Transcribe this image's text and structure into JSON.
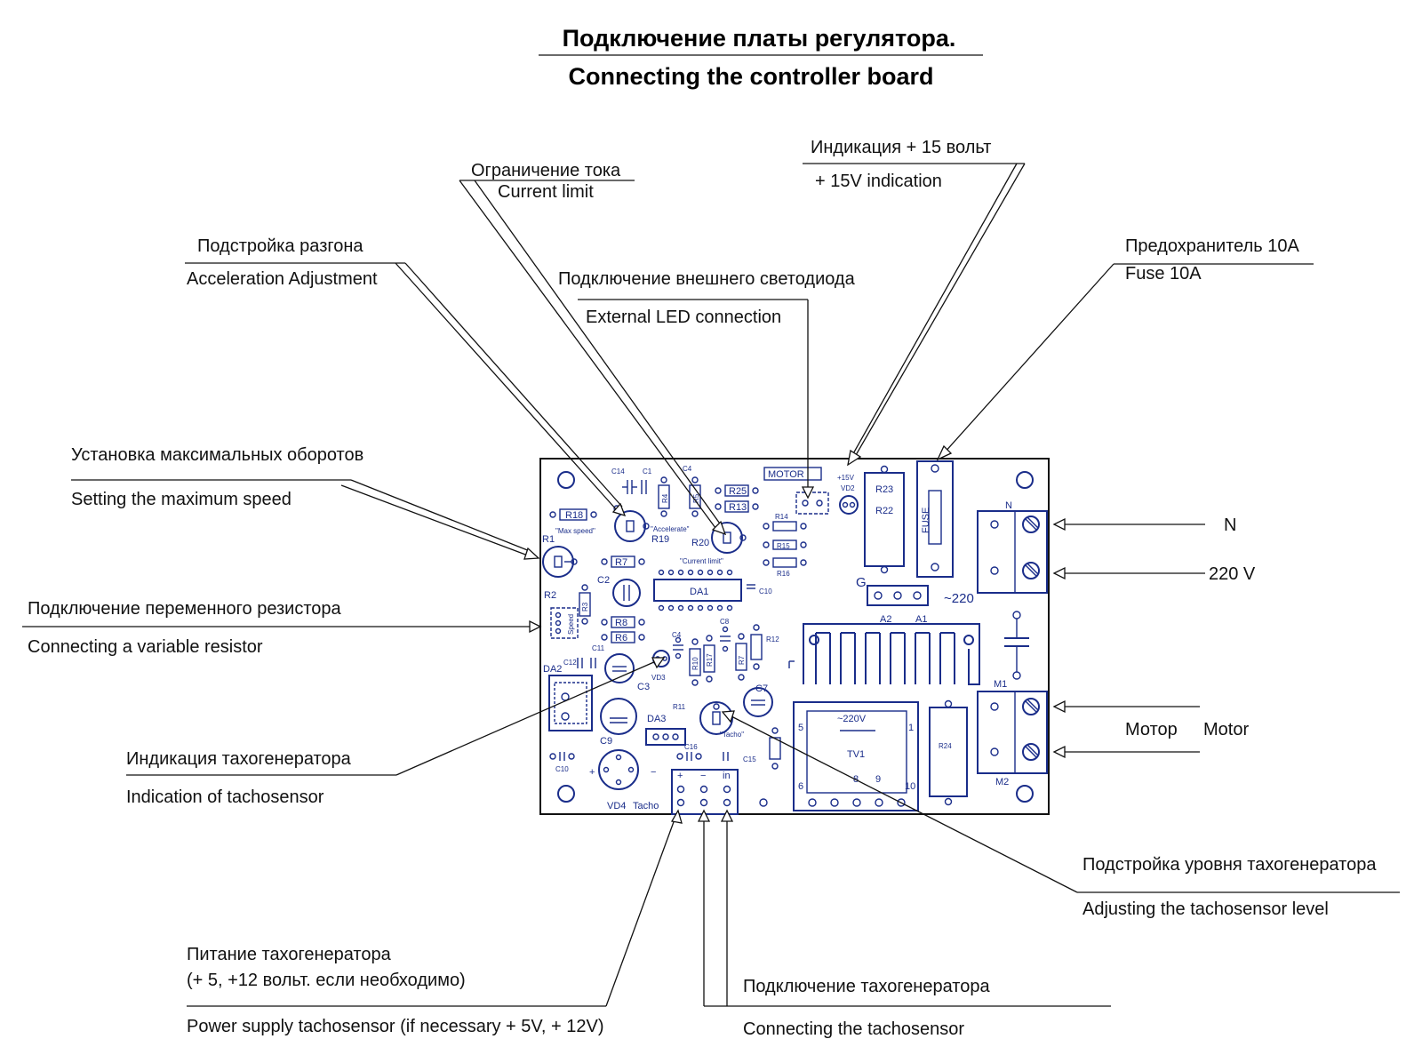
{
  "title": {
    "ru": "Подключение платы регулятора.",
    "en": "Connecting the controller board"
  },
  "labels": {
    "led15_ru": "Индикация + 15 вольт",
    "led15_en": "+ 15V indication",
    "current_ru": "Ограничение тока",
    "current_en": "Current limit",
    "accel_ru": "Подстройка разгона",
    "accel_en": "Acceleration Adjustment",
    "extled_ru": "Подключение внешнего светодиода",
    "extled_en": "External LED connection",
    "fuse_ru": "Предохранитель 10А",
    "fuse_en": "Fuse 10A",
    "maxspeed_ru": "Установка максимальных оборотов",
    "maxspeed_en": "Setting the maximum speed",
    "varres_ru": "Подключение переменного резистора",
    "varres_en": "Connecting a variable resistor",
    "tachoind_ru": "Индикация тахогенератора",
    "tachoind_en": "Indication of tachosensor",
    "tacholevel_ru": "Подстройка уровня тахогенератора",
    "tacholevel_en": "Adjusting the tachosensor level",
    "tachopower_ru1": "Питание тахогенератора",
    "tachopower_ru2": "(+ 5, +12 вольт. если необходимо)",
    "tachopower_en": "Power supply tachosensor (if necessary + 5V, + 12V)",
    "tachoconn_ru": "Подключение тахогенератора",
    "tachoconn_en": "Connecting the tachosensor",
    "n": "N",
    "v220": "220 V",
    "motor_ru": "Мотор",
    "motor_en": "Motor"
  },
  "board": {
    "r18": "R18",
    "max_speed": "\"Max speed\"",
    "r1": "R1",
    "c14": "C14",
    "c1": "C1",
    "r4": "R4",
    "c4a": "C4",
    "r5": "R5",
    "r25": "R25",
    "r13": "R13",
    "motor": "MOTOR",
    "p15v": "+15V",
    "vd2": "VD2",
    "r23": "R23",
    "r22": "R22",
    "fuse": "FUSE",
    "n": "N",
    "accelerate": "\"Accelerate\"",
    "r19": "R19",
    "r20": "R20",
    "r14": "R14",
    "r15": "R15",
    "r16": "R16",
    "r7a": "R7",
    "current_limit": "\"Current limit\"",
    "c2": "C2",
    "da1": "DA1",
    "c10a": "C10",
    "g": "G",
    "ac220": "~220",
    "r2": "R2",
    "r3": "R3",
    "speed": "Speed",
    "r8": "R8",
    "r6": "R6",
    "c4b": "C4",
    "c8": "C8",
    "r12": "R12",
    "a2": "A2",
    "a1": "A1",
    "da2": "DA2",
    "c12": "C12",
    "c11": "C11",
    "c3": "C3",
    "vd3": "VD3",
    "r10": "R10",
    "r17": "R17",
    "r7b": "R7",
    "c7": "C7",
    "m1": "M1",
    "c9": "C9",
    "da3": "DA3",
    "r11": "R11",
    "tacho_pot": "\"Tacho\"",
    "ac220v": "~220V",
    "tv1": "TV1",
    "r24": "R24",
    "pin5": "5",
    "pin1": "1",
    "pin6": "6",
    "pin8": "8",
    "pin9": "9",
    "pin10": "10",
    "c16": "C16",
    "c15": "C15",
    "c10b": "C10",
    "vd4": "VD4",
    "tacho": "Tacho",
    "plus": "+",
    "minus": "−",
    "in": "in",
    "m2": "M2"
  },
  "colors": {
    "board_ink": "#1a2d8a",
    "annotation_ink": "#111111"
  }
}
